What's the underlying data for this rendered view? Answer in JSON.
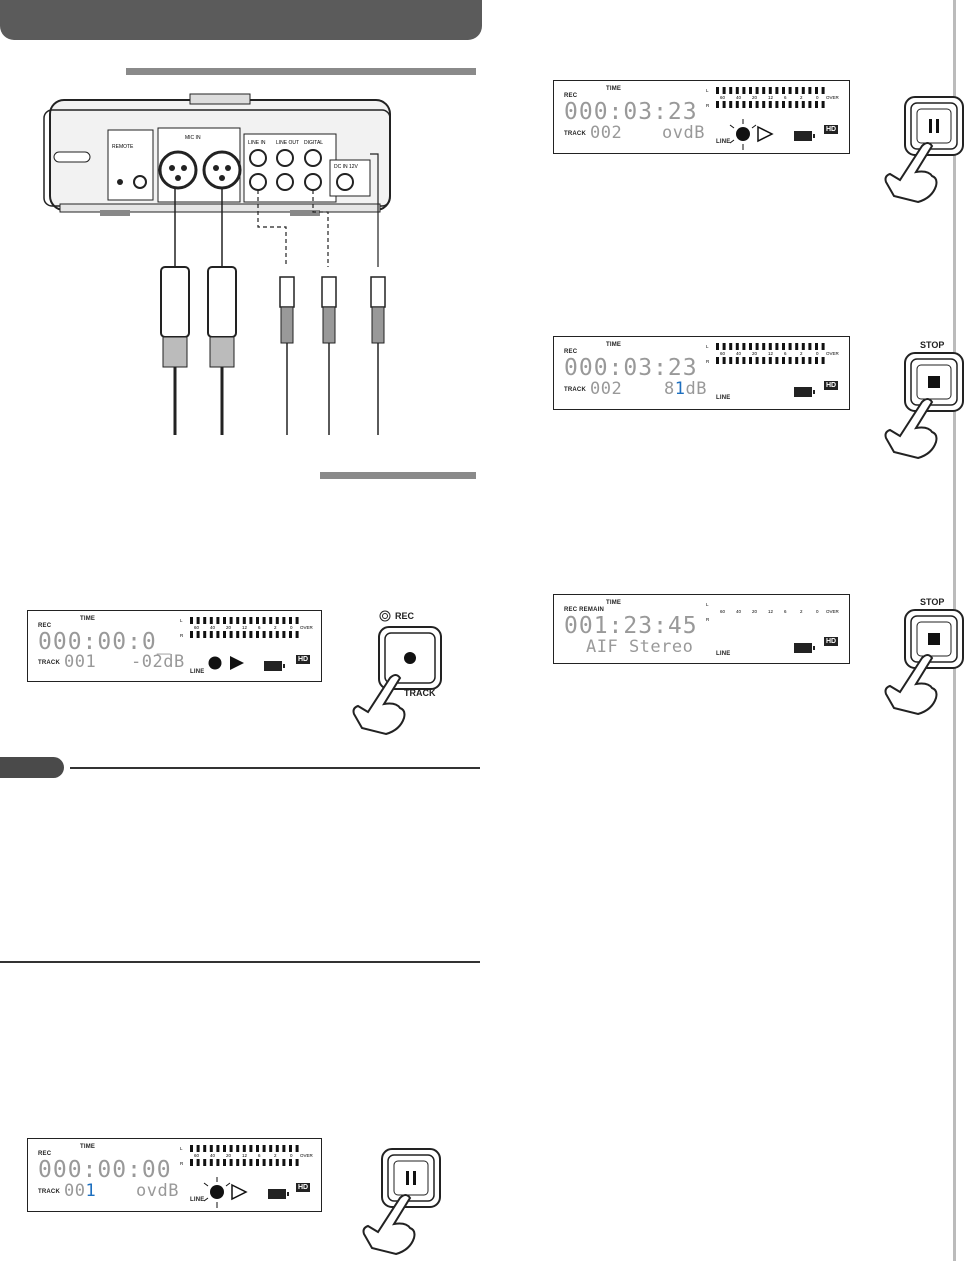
{
  "lcd1": {
    "mode": "REC",
    "time_label": "TIME",
    "time": "000:00:0_",
    "track_label": "TRACK",
    "track": "001",
    "level": "-02dB",
    "input": "LINE",
    "hd": "HD",
    "meter_db": "-dB",
    "meter_l": "L",
    "meter_r": "R",
    "over": "OVER"
  },
  "lcd2": {
    "mode": "REC",
    "time_label": "TIME",
    "time": "000:00:00",
    "track_label": "TRACK",
    "track_a": "00",
    "track_b": "1",
    "level": "ovdB",
    "input": "LINE",
    "hd": "HD",
    "meter_db": "-dB",
    "meter_l": "L",
    "meter_r": "R",
    "over": "OVER"
  },
  "lcd3": {
    "mode": "REC",
    "time_label": "TIME",
    "time": "000:03:23",
    "track_label": "TRACK",
    "track": "002",
    "level": "ovdB",
    "input": "LINE",
    "hd": "HD",
    "meter_db": "-dB",
    "meter_l": "L",
    "meter_r": "R",
    "over": "OVER"
  },
  "lcd4": {
    "mode": "REC",
    "time_label": "TIME",
    "time": "000:03:23",
    "track_label": "TRACK",
    "track": "002",
    "level_a": "8",
    "level_b": "1",
    "level_c": "dB",
    "input": "LINE",
    "hd": "HD",
    "meter_db": "-dB",
    "meter_l": "L",
    "meter_r": "R",
    "over": "OVER"
  },
  "lcd5": {
    "mode": "REC REMAIN",
    "time_label": "TIME",
    "time": "001:23:45",
    "line2": "AIF Stereo",
    "input": "LINE",
    "hd": "HD",
    "meter_l": "L",
    "meter_r": "R",
    "over": "OVER"
  },
  "meter_scale": [
    "60",
    "40",
    "20",
    "12",
    "6",
    "2",
    "0"
  ],
  "buttons": {
    "rec": "REC",
    "track": "TRACK",
    "stop1": "STOP",
    "stop2": "STOP"
  },
  "device": {
    "remote": "REMOTE",
    "mic_in": "MIC IN",
    "line_in": "LINE IN",
    "line_out": "LINE OUT",
    "digital": "DIGITAL",
    "dc_in": "DC IN 12V"
  }
}
